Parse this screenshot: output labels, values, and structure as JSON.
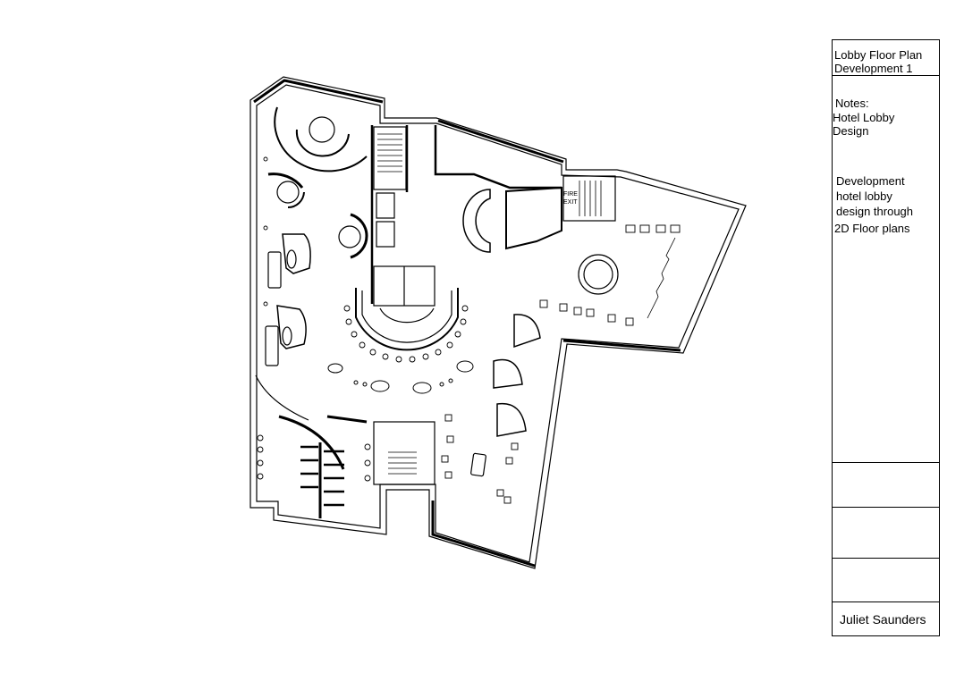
{
  "plan": {
    "fire_exit_label": "FIRE\nEXIT"
  },
  "title_block": {
    "title": "Lobby Floor Plan\nDevelopment 1",
    "notes_heading": "Notes:",
    "notes_subject": "Hotel Lobby\nDesign",
    "description": "Development\nhotel lobby\ndesign through",
    "description_last_line": "2D Floor plans",
    "author": "Juliet Saunders"
  }
}
